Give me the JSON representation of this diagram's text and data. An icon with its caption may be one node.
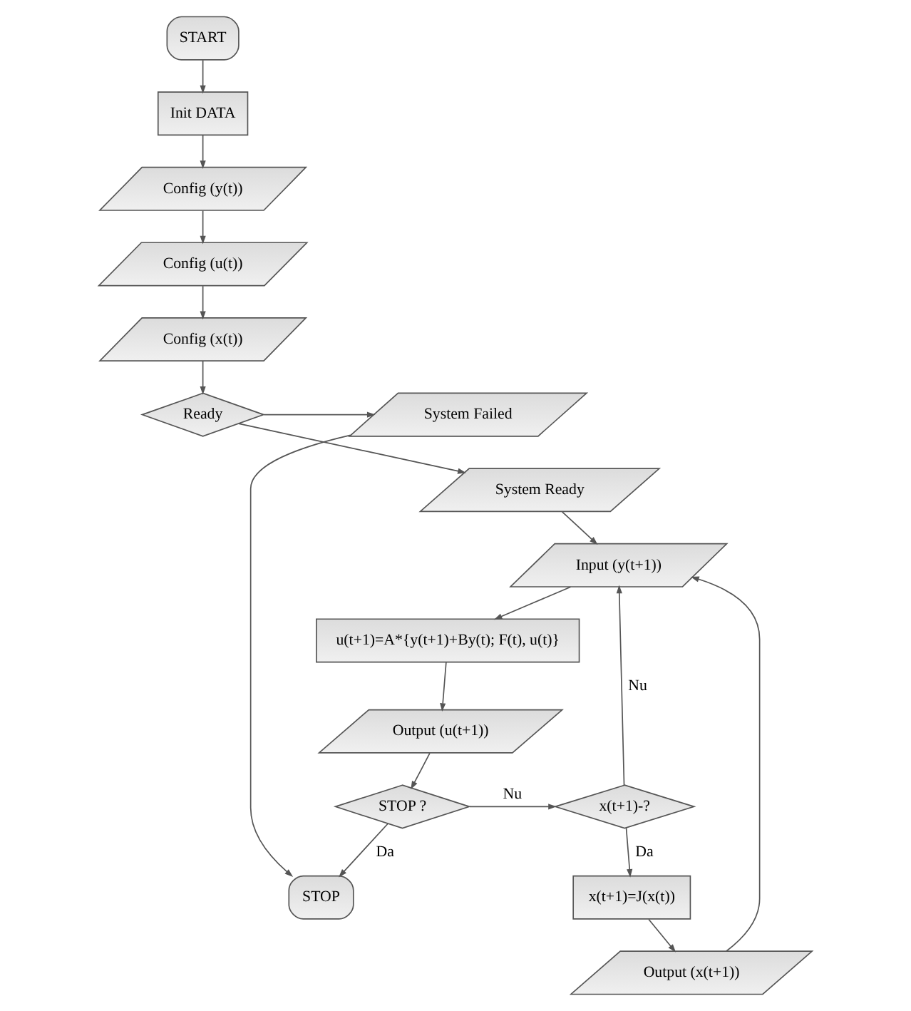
{
  "diagram": {
    "nodes": [
      {
        "text": [
          "START"
        ]
      },
      {
        "text": [
          "Init DATA"
        ]
      },
      {
        "text": [
          "Config (y(t))"
        ]
      },
      {
        "text": [
          "Config (u(t))"
        ]
      },
      {
        "text": [
          "Config (x(t))"
        ]
      },
      {
        "text": [
          "Ready"
        ]
      },
      {
        "text": [
          "System Failed"
        ]
      },
      {
        "text": [
          "STOP"
        ]
      },
      {
        "text": [
          "System Ready"
        ]
      },
      {
        "text": [
          "Input (y(t+1))"
        ]
      },
      {
        "text": [
          "u(t+1)=A*{y(t+1)+By(t); F(t), u(t)}"
        ]
      },
      {
        "text": [
          "Output (u(t+1))"
        ]
      },
      {
        "text": [
          "STOP ?"
        ]
      },
      {
        "text": [
          "x(t+1)-?"
        ]
      },
      {
        "text": [
          "x(t+1)=J(x(t))"
        ]
      },
      {
        "text": [
          "Output (x(t+1))"
        ]
      }
    ],
    "edges": [
      {
        "from": 0,
        "to": 1,
        "arrow": "to"
      },
      {
        "from": 1,
        "to": 2,
        "arrow": "to"
      },
      {
        "from": 2,
        "to": 3,
        "arrow": "to"
      },
      {
        "from": 3,
        "to": 4,
        "arrow": "to"
      },
      {
        "from": 4,
        "to": 5,
        "arrow": "to"
      },
      {
        "from": 5,
        "to": 6,
        "arrow": "to"
      },
      {
        "from": 6,
        "to": 7,
        "arrow": "to"
      },
      {
        "from": 5,
        "to": 8,
        "arrow": "to"
      },
      {
        "from": 8,
        "to": 9,
        "arrow": "to"
      },
      {
        "from": 9,
        "to": 10,
        "arrow": "to"
      },
      {
        "from": 10,
        "to": 11,
        "arrow": "to"
      },
      {
        "from": 11,
        "to": 12,
        "arrow": "to"
      },
      {
        "from": 12,
        "to": 7,
        "label": "Da",
        "arrow": "to"
      },
      {
        "from": 12,
        "to": 13,
        "label": "Nu",
        "arrow": "to"
      },
      {
        "from": 13,
        "to": 9,
        "label": "Nu",
        "arrow": "to"
      },
      {
        "from": 13,
        "to": 14,
        "label": "Da",
        "arrow": "to"
      },
      {
        "from": 14,
        "to": 15,
        "arrow": "to"
      },
      {
        "from": 15,
        "to": 9,
        "arrow": "to"
      }
    ]
  }
}
